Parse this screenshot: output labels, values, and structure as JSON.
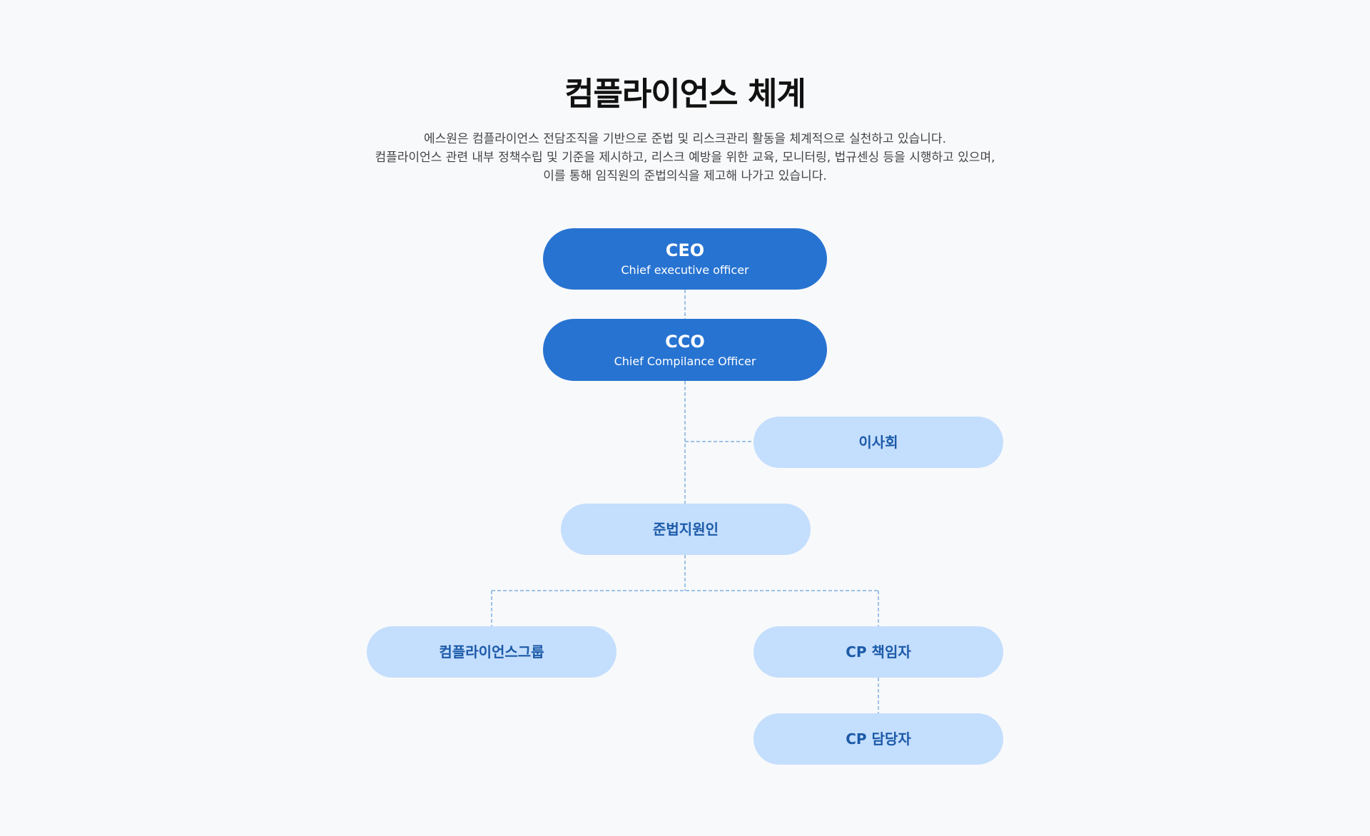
{
  "header": {
    "title": "컴플라이언스 체계",
    "description": [
      "에스원은 컴플라이언스 전담조직을 기반으로 준법 및 리스크관리 활동을 체계적으로 실천하고 있습니다.",
      "컴플라이언스 관련 내부 정책수립 및 기준을 제시하고, 리스크 예방을 위한 교육, 모니터링, 법규센싱 등을 시행하고 있으며,",
      "이를 통해 임직원의 준법의식을 제고해 나가고 있습니다."
    ]
  },
  "org_chart": {
    "colors": {
      "primary_fill": "#2773d1",
      "primary_text": "#ffffff",
      "secondary_fill": "#c4defd",
      "secondary_text": "#1c5aa8",
      "connector": "#7fb0e0"
    },
    "nodes": {
      "ceo": {
        "title": "CEO",
        "subtitle": "Chief executive officer"
      },
      "cco": {
        "title": "CCO",
        "subtitle": "Chief Compilance Officer"
      },
      "board": {
        "label": "이사회"
      },
      "compliance_officer": {
        "label": "준법지원인"
      },
      "compliance_group": {
        "label": "컴플라이언스그룹"
      },
      "cp_manager": {
        "label": "CP 책임자"
      },
      "cp_staff": {
        "label": "CP 담당자"
      }
    },
    "edges": [
      [
        "ceo",
        "cco"
      ],
      [
        "cco",
        "board"
      ],
      [
        "cco",
        "compliance_officer"
      ],
      [
        "compliance_officer",
        "compliance_group"
      ],
      [
        "compliance_officer",
        "cp_manager"
      ],
      [
        "cp_manager",
        "cp_staff"
      ]
    ]
  }
}
